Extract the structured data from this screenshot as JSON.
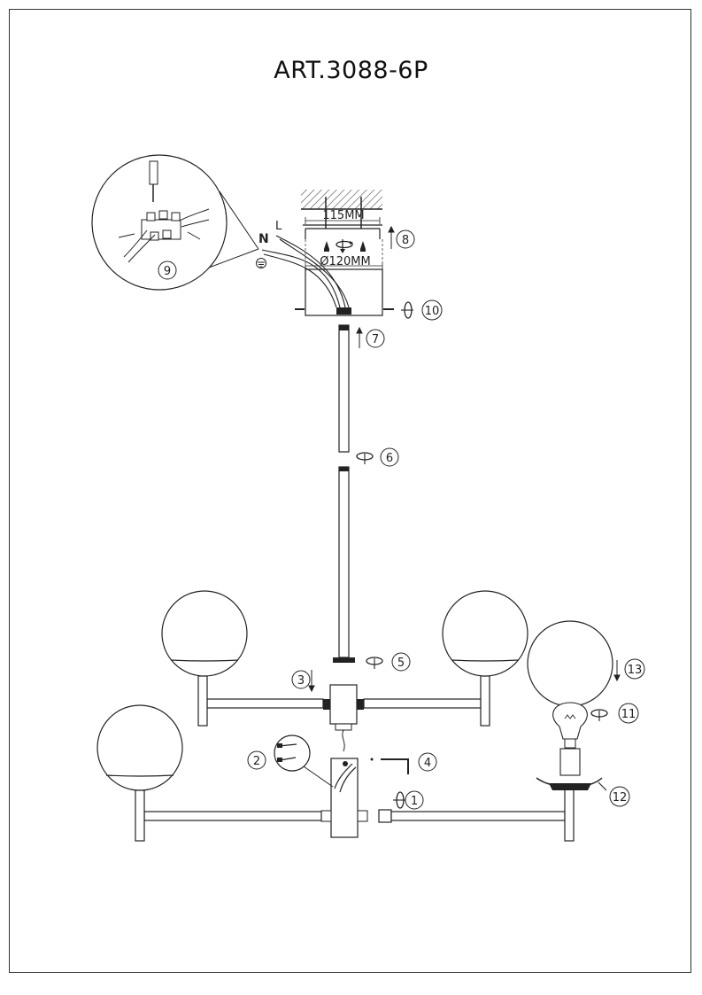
{
  "title": "ART.3088-6P",
  "dimensions": {
    "canopy_width": "115MM",
    "canopy_diameter": "Ø120MM"
  },
  "wire_labels": {
    "neutral": "N",
    "live": "L"
  },
  "steps": [
    "1",
    "2",
    "3",
    "4",
    "5",
    "6",
    "7",
    "8",
    "9",
    "10",
    "11",
    "12",
    "13"
  ],
  "colors": {
    "line": "#222222",
    "globe_fill": "#ffffff",
    "ceiling_hatch": "#444444"
  },
  "icons": [
    "screwdriver-icon",
    "earth-ground-icon",
    "rotate-arrow-icon",
    "up-arrow-icon",
    "down-arrow-icon",
    "allen-key-icon",
    "light-bulb-icon"
  ]
}
